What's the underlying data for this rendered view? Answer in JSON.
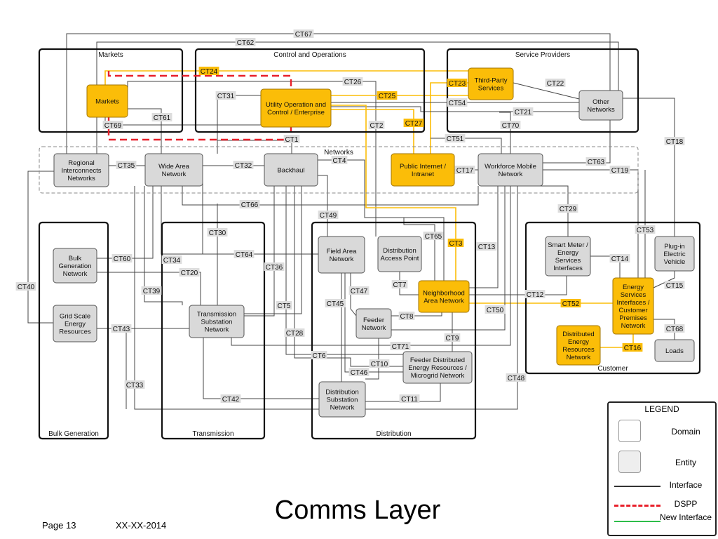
{
  "colors": {
    "orange": "#fbbd08",
    "orange_stroke": "#a07400",
    "gray": "#d9d9d9",
    "gray_stroke": "#555555",
    "line": "#444444",
    "dspp": "#e8202a",
    "new_interface": "#2ebd4a"
  },
  "domains": [
    {
      "id": "markets",
      "label": "Markets"
    },
    {
      "id": "control",
      "label": "Control and Operations"
    },
    {
      "id": "service",
      "label": "Service Providers"
    },
    {
      "id": "networks",
      "label": "Networks"
    },
    {
      "id": "bulk",
      "label": "Bulk Generation"
    },
    {
      "id": "transmission",
      "label": "Transmission"
    },
    {
      "id": "distribution",
      "label": "Distribution"
    },
    {
      "id": "customer",
      "label": "Customer"
    }
  ],
  "entities": [
    {
      "id": "markets_e",
      "label": "Markets",
      "color": "orange"
    },
    {
      "id": "utility",
      "label": "Utility Operation and Control / Enterprise",
      "color": "orange"
    },
    {
      "id": "thirdparty",
      "label": "Third-Party Services",
      "color": "orange"
    },
    {
      "id": "other",
      "label": "Other Networks",
      "color": "gray"
    },
    {
      "id": "regional",
      "label": "Regional Interconnects Networks",
      "color": "gray"
    },
    {
      "id": "wan",
      "label": "Wide Area Network",
      "color": "gray"
    },
    {
      "id": "backhaul",
      "label": "Backhaul",
      "color": "gray"
    },
    {
      "id": "public",
      "label": "Public Internet / Intranet",
      "color": "orange"
    },
    {
      "id": "workforce",
      "label": "Workforce Mobile Network",
      "color": "gray"
    },
    {
      "id": "bulkgen",
      "label": "Bulk Generation Network",
      "color": "gray"
    },
    {
      "id": "gridscale",
      "label": "Grid Scale Energy Resources",
      "color": "gray"
    },
    {
      "id": "transub",
      "label": "Transmission Substation Network",
      "color": "gray"
    },
    {
      "id": "fan",
      "label": "Field Area Network",
      "color": "gray"
    },
    {
      "id": "dap",
      "label": "Distribution Access Point",
      "color": "gray"
    },
    {
      "id": "nan",
      "label": "Neighborhood Area Network",
      "color": "orange"
    },
    {
      "id": "feeder",
      "label": "Feeder Network",
      "color": "gray"
    },
    {
      "id": "feederder",
      "label": "Feeder Distributed Energy Resources / Microgrid Network",
      "color": "gray"
    },
    {
      "id": "distsub",
      "label": "Distribution Substation Network",
      "color": "gray"
    },
    {
      "id": "smartmeter",
      "label": "Smart Meter / Energy Services Interfaces",
      "color": "gray"
    },
    {
      "id": "esi",
      "label": "Energy Services Interfaces / Customer Premises Network",
      "color": "orange"
    },
    {
      "id": "pev",
      "label": "Plug-in Electric Vehicle",
      "color": "gray"
    },
    {
      "id": "der",
      "label": "Distributed Energy Resources Network",
      "color": "orange"
    },
    {
      "id": "loads",
      "label": "Loads",
      "color": "gray"
    }
  ],
  "interfaces": [
    {
      "id": "CT67",
      "label": "CT67",
      "highlight": false
    },
    {
      "id": "CT62",
      "label": "CT62",
      "highlight": false
    },
    {
      "id": "CT24",
      "label": "CT24",
      "highlight": true
    },
    {
      "id": "CT26",
      "label": "CT26",
      "highlight": false
    },
    {
      "id": "CT31",
      "label": "CT31",
      "highlight": false
    },
    {
      "id": "CT25",
      "label": "CT25",
      "highlight": true
    },
    {
      "id": "CT23",
      "label": "CT23",
      "highlight": true
    },
    {
      "id": "CT22",
      "label": "CT22",
      "highlight": false
    },
    {
      "id": "CT54",
      "label": "CT54",
      "highlight": false
    },
    {
      "id": "CT21",
      "label": "CT21",
      "highlight": false
    },
    {
      "id": "CT61",
      "label": "CT61",
      "highlight": false
    },
    {
      "id": "CT69",
      "label": "CT69",
      "highlight": false
    },
    {
      "id": "CT2",
      "label": "CT2",
      "highlight": false
    },
    {
      "id": "CT27",
      "label": "CT27",
      "highlight": true
    },
    {
      "id": "CT70",
      "label": "CT70",
      "highlight": false
    },
    {
      "id": "CT1",
      "label": "CT1",
      "highlight": false
    },
    {
      "id": "CT51",
      "label": "CT51",
      "highlight": false
    },
    {
      "id": "CT18",
      "label": "CT18",
      "highlight": false
    },
    {
      "id": "CT35",
      "label": "CT35",
      "highlight": false
    },
    {
      "id": "CT32",
      "label": "CT32",
      "highlight": false
    },
    {
      "id": "CT4",
      "label": "CT4",
      "highlight": false
    },
    {
      "id": "CT17",
      "label": "CT17",
      "highlight": false
    },
    {
      "id": "CT63",
      "label": "CT63",
      "highlight": false
    },
    {
      "id": "CT19",
      "label": "CT19",
      "highlight": false
    },
    {
      "id": "CT66",
      "label": "CT66",
      "highlight": false
    },
    {
      "id": "CT29",
      "label": "CT29",
      "highlight": false
    },
    {
      "id": "CT49",
      "label": "CT49",
      "highlight": false
    },
    {
      "id": "CT30",
      "label": "CT30",
      "highlight": false
    },
    {
      "id": "CT65",
      "label": "CT65",
      "highlight": false
    },
    {
      "id": "CT3",
      "label": "CT3",
      "highlight": true
    },
    {
      "id": "CT53",
      "label": "CT53",
      "highlight": false
    },
    {
      "id": "CT13",
      "label": "CT13",
      "highlight": false
    },
    {
      "id": "CT60",
      "label": "CT60",
      "highlight": false
    },
    {
      "id": "CT34",
      "label": "CT34",
      "highlight": false
    },
    {
      "id": "CT64",
      "label": "CT64",
      "highlight": false
    },
    {
      "id": "CT36",
      "label": "CT36",
      "highlight": false
    },
    {
      "id": "CT14",
      "label": "CT14",
      "highlight": false
    },
    {
      "id": "CT20",
      "label": "CT20",
      "highlight": false
    },
    {
      "id": "CT40",
      "label": "CT40",
      "highlight": false
    },
    {
      "id": "CT39",
      "label": "CT39",
      "highlight": false
    },
    {
      "id": "CT7",
      "label": "CT7",
      "highlight": false
    },
    {
      "id": "CT47",
      "label": "CT47",
      "highlight": false
    },
    {
      "id": "CT12",
      "label": "CT12",
      "highlight": false
    },
    {
      "id": "CT15",
      "label": "CT15",
      "highlight": false
    },
    {
      "id": "CT45",
      "label": "CT45",
      "highlight": false
    },
    {
      "id": "CT5",
      "label": "CT5",
      "highlight": false
    },
    {
      "id": "CT52",
      "label": "CT52",
      "highlight": true
    },
    {
      "id": "CT50",
      "label": "CT50",
      "highlight": false
    },
    {
      "id": "CT8",
      "label": "CT8",
      "highlight": false
    },
    {
      "id": "CT43",
      "label": "CT43",
      "highlight": false
    },
    {
      "id": "CT28",
      "label": "CT28",
      "highlight": false
    },
    {
      "id": "CT9",
      "label": "CT9",
      "highlight": false
    },
    {
      "id": "CT68",
      "label": "CT68",
      "highlight": false
    },
    {
      "id": "CT71",
      "label": "CT71",
      "highlight": false
    },
    {
      "id": "CT6",
      "label": "CT6",
      "highlight": false
    },
    {
      "id": "CT16",
      "label": "CT16",
      "highlight": true
    },
    {
      "id": "CT10",
      "label": "CT10",
      "highlight": false
    },
    {
      "id": "CT46",
      "label": "CT46",
      "highlight": false
    },
    {
      "id": "CT48",
      "label": "CT48",
      "highlight": false
    },
    {
      "id": "CT33",
      "label": "CT33",
      "highlight": false
    },
    {
      "id": "CT42",
      "label": "CT42",
      "highlight": false
    },
    {
      "id": "CT11",
      "label": "CT11",
      "highlight": false
    }
  ],
  "legend": {
    "title": "LEGEND",
    "domain": "Domain",
    "entity": "Entity",
    "interface": "Interface",
    "dspp": "DSPP",
    "new_interface": "New Interface"
  },
  "footer": {
    "page": "Page 13",
    "date": "XX-XX-2014",
    "title": "Comms Layer"
  }
}
